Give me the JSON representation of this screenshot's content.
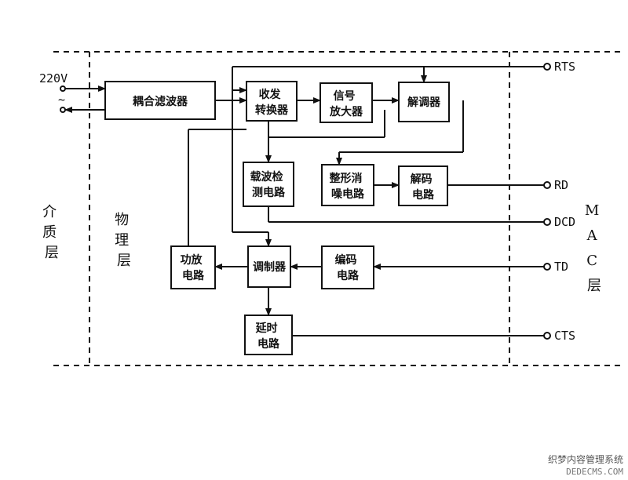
{
  "voltage_label": "220V",
  "ac_symbol": "~",
  "zones": {
    "medium": [
      "介",
      "质",
      "层"
    ],
    "physical": [
      "物",
      "理",
      "层"
    ],
    "mac": [
      "M",
      "A",
      "C",
      "层"
    ]
  },
  "blocks": {
    "coupler": [
      "耦合滤波器"
    ],
    "transceiver": [
      "收发",
      "转换器"
    ],
    "amplifier": [
      "信号",
      "放大器"
    ],
    "demodulator": [
      "解调器"
    ],
    "carrier_detect": [
      "载波检",
      "测电路"
    ],
    "shaping": [
      "整形消",
      "噪电路"
    ],
    "decoder": [
      "解码",
      "电路"
    ],
    "power_amp": [
      "功放",
      "电路"
    ],
    "modulator": [
      "调制器"
    ],
    "encoder": [
      "编码",
      "电路"
    ],
    "delay": [
      "延时",
      "电路"
    ]
  },
  "terminals": {
    "rts": "RTS",
    "rd": "RD",
    "dcd": "DCD",
    "td": "TD",
    "cts": "CTS"
  },
  "watermark": {
    "line1": "织梦内容管理系统",
    "line2": "DEDECMS.COM"
  }
}
